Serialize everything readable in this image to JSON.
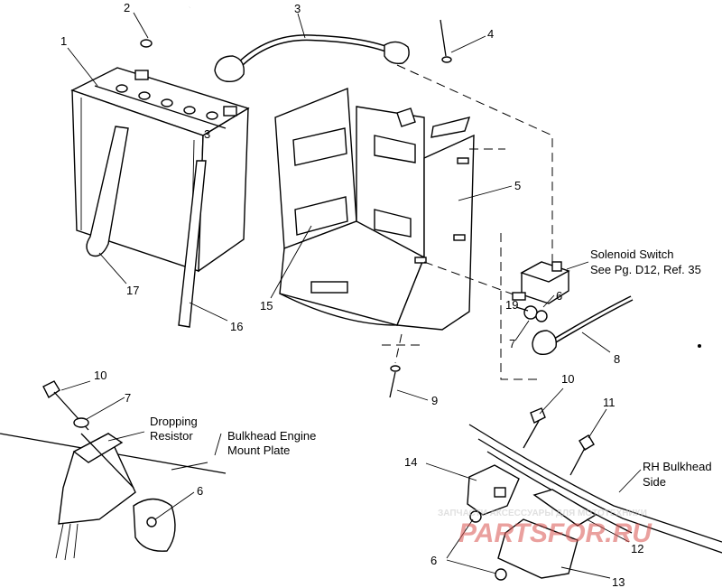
{
  "callouts": {
    "c1": "1",
    "c2": "2",
    "c3": "3",
    "c3b": "3",
    "c4": "4",
    "c5": "5",
    "c6a": "6",
    "c6b": "6",
    "c6c": "6",
    "c7a": "7",
    "c7b": "7",
    "c8": "8",
    "c9": "9",
    "c10a": "10",
    "c10b": "10",
    "c11": "11",
    "c12": "12",
    "c13": "13",
    "c14": "14",
    "c15": "15",
    "c16": "16",
    "c17": "17",
    "c19": "19"
  },
  "notes": {
    "solenoid_line1": "Solenoid Switch",
    "solenoid_line2": "See Pg. D12, Ref. 35",
    "dropping_line1": "Dropping",
    "dropping_line2": "Resistor",
    "bulkhead_line1": "Bulkhead Engine",
    "bulkhead_line2": "Mount Plate",
    "rh_line1": "RH Bulkhead",
    "rh_line2": "Side"
  },
  "watermark": {
    "text_top": "ЗАПЧАСТИ АКСЕССУАРЫ ДЛЯ МОТОТЕХНИКИ",
    "text_main": "PARTSFOR.RU",
    "color_red": "#d9534f",
    "color_grey": "#c8c8c8"
  }
}
